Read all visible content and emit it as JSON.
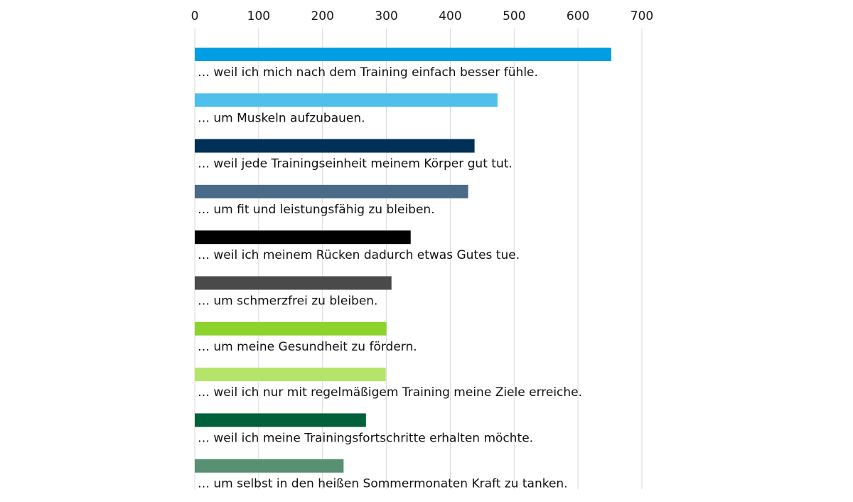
{
  "chart_data": {
    "type": "bar",
    "orientation": "horizontal",
    "title": "",
    "xlabel": "",
    "ylabel": "",
    "xlim": [
      0,
      700
    ],
    "ticks": [
      0,
      100,
      200,
      300,
      400,
      500,
      600,
      700
    ],
    "grid": true,
    "legend": "none",
    "categories": [
      "… weil ich mich nach dem Training einfach besser fühle.",
      "… um Muskeln aufzubauen.",
      "… weil jede Trainingseinheit meinem Körper gut tut.",
      "… um fit und leistungsfähig zu bleiben.",
      "… weil ich meinem Rücken dadurch etwas Gutes tue.",
      "… um schmerzfrei zu bleiben.",
      "… um meine Gesundheit zu fördern.",
      "… weil ich nur mit regelmäßigem Training meine Ziele erreiche.",
      "… weil ich meine Trainingsfortschritte erhalten möchte.",
      "… um selbst in den heißen Sommermonaten Kraft zu tanken."
    ],
    "values": [
      652,
      474,
      438,
      428,
      338,
      308,
      300,
      299,
      268,
      233
    ],
    "colors": [
      "#009fe3",
      "#4fc0ec",
      "#003057",
      "#4a6a89",
      "#000000",
      "#4a4a4a",
      "#8ed22d",
      "#b4e46a",
      "#00603a",
      "#579072"
    ]
  }
}
